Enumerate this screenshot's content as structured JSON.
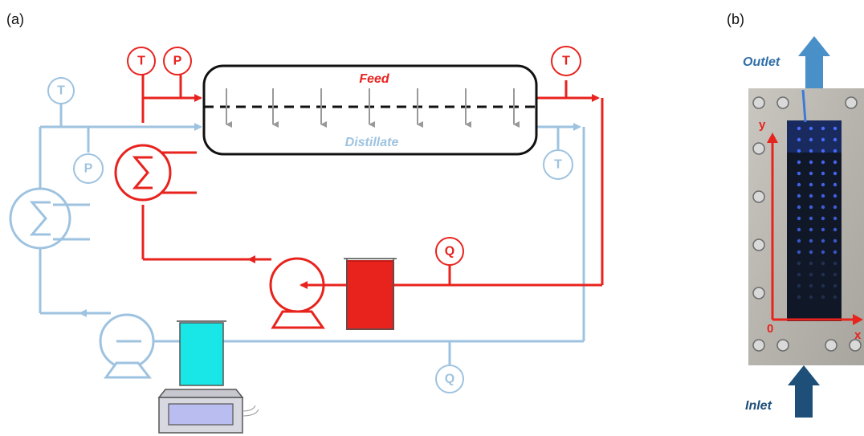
{
  "panels": {
    "a_label": "(a)",
    "b_label": "(b)"
  },
  "module": {
    "feed_label": "Feed",
    "distillate_label": "Distillate"
  },
  "gauges": {
    "feed_in_temp": "T",
    "feed_in_pressure": "P",
    "feed_out_temp": "T",
    "dist_in_temp": "T",
    "dist_in_pressure": "P",
    "dist_out_temp": "T",
    "feed_flow": "Q",
    "dist_flow": "Q"
  },
  "photo": {
    "outlet_label": "Outlet",
    "inlet_label": "Inlet",
    "axis_y": "y",
    "axis_x": "x",
    "origin": "0"
  },
  "colors": {
    "feed": "#e8231e",
    "distillate": "#9ec3e0",
    "outlet_arrow": "#4a90c8",
    "inlet_arrow": "#1d4f79",
    "beaker_feed": "#e8231e",
    "beaker_distillate": "#19e6e6"
  }
}
